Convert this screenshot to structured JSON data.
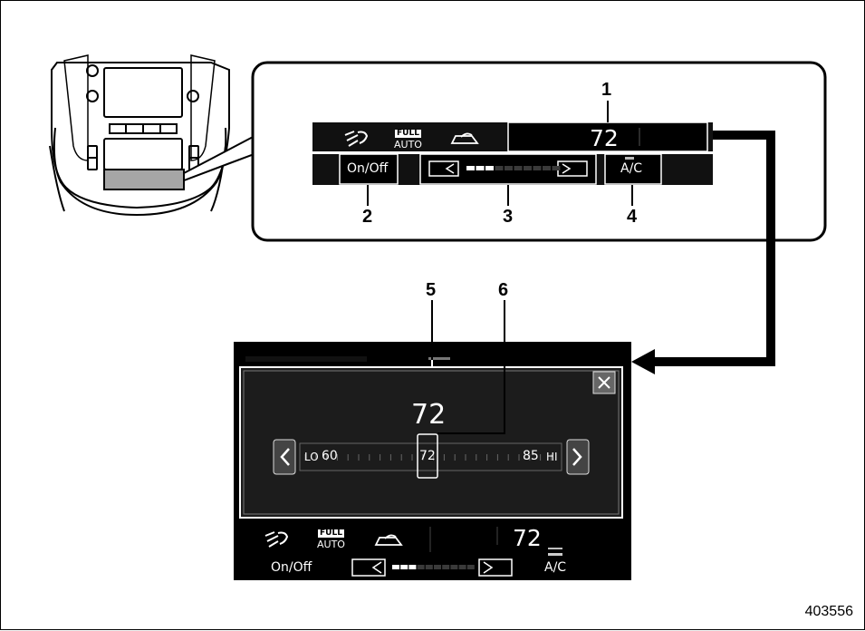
{
  "callouts": [
    "1",
    "2",
    "3",
    "4",
    "5",
    "6"
  ],
  "top_panel": {
    "full_label": "FULL",
    "auto_label": "AUTO",
    "temperature": "72",
    "onoff_label": "On/Off",
    "ac_label": "A/C",
    "fan_speed_level": 0.3
  },
  "popup": {
    "temperature": "72",
    "scale": {
      "lo": "LO",
      "v60": "60",
      "v72": "72",
      "v85": "85",
      "hi": "HI"
    },
    "selected_value": 72
  },
  "bottom_panel": {
    "full_label": "FULL",
    "auto_label": "AUTO",
    "temperature": "72",
    "onoff_label": "On/Off",
    "ac_label": "A/C",
    "fan_speed_level": 0.3
  },
  "figure_id": "403556",
  "colors": {
    "screen": "#111111",
    "panel": "#1f1f1f",
    "line": "#000000"
  }
}
